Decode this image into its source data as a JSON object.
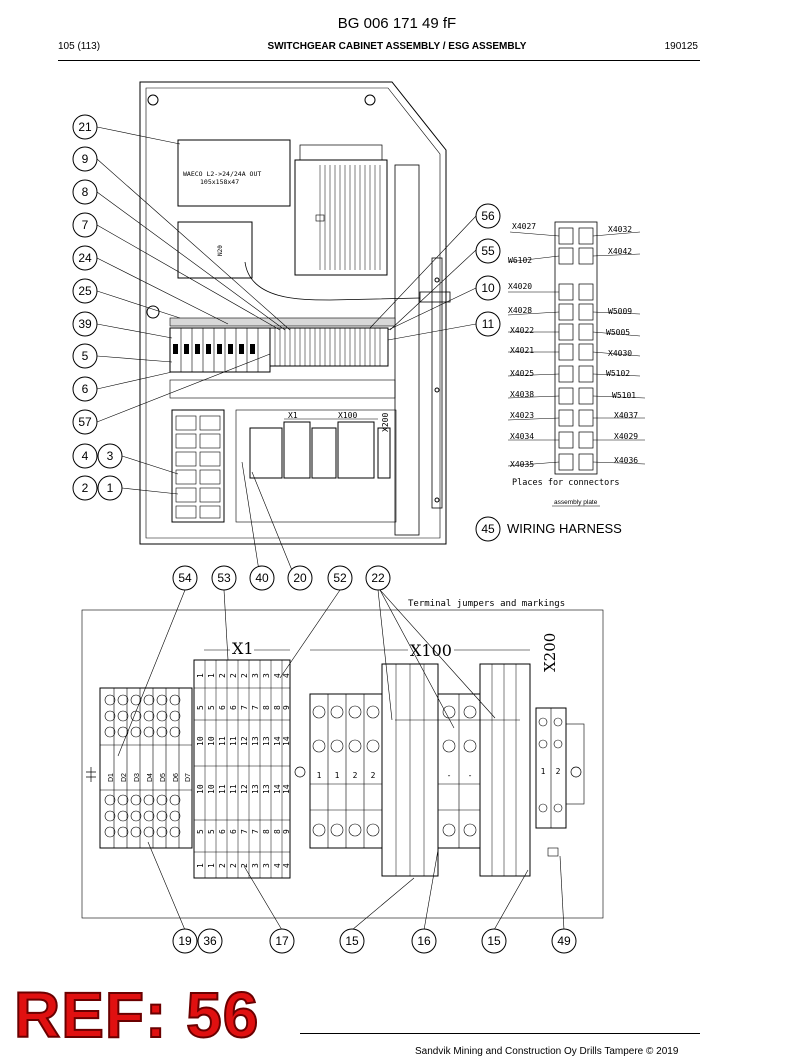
{
  "header": {
    "doc_number": "BG 006 171 49 fF",
    "page": "105 (113)",
    "title": "SWITCHGEAR CABINET ASSEMBLY / ESG ASSEMBLY",
    "date": "190125"
  },
  "cabinet": {
    "converter_label_1": "WAECO L2->24/24A OUT",
    "converter_label_2": "105x158x47",
    "side_label": "N20"
  },
  "callouts_left": [
    "21",
    "9",
    "8",
    "7",
    "24",
    "25",
    "39",
    "5",
    "6",
    "57",
    "4",
    "3",
    "2",
    "1"
  ],
  "callouts_right": [
    "56",
    "55",
    "10",
    "11"
  ],
  "wiring_harness": {
    "number": "45",
    "label": "WIRING HARNESS"
  },
  "connectors": {
    "left": [
      "X4027",
      "W6102",
      "X4020",
      "X4028",
      "X4022",
      "X4021",
      "X4025",
      "X4038",
      "X4023",
      "X4034",
      "X4035"
    ],
    "right": [
      "X4032",
      "X4042",
      "W5009",
      "W5005",
      "X4030",
      "W5102",
      "W5101",
      "X4037",
      "X4029",
      "X4036"
    ],
    "caption": "Places for connectors",
    "plate_label": "assembly plate"
  },
  "terminal_small": {
    "x1": "X1",
    "x100": "X100",
    "x200": "X200"
  },
  "callouts_mid": [
    "54",
    "53",
    "40",
    "20",
    "52",
    "22"
  ],
  "detail": {
    "caption": "Terminal jumpers and markings",
    "x1": "X1",
    "x100": "X100",
    "x200": "X200",
    "diodes": [
      "D1",
      "D2",
      "D3",
      "D4",
      "D5",
      "D6",
      "D7"
    ],
    "x1_cols": [
      [
        "1",
        "5",
        "10",
        "10",
        "5",
        "1"
      ],
      [
        "1",
        "5",
        "10",
        "10",
        "5",
        "1"
      ],
      [
        "2",
        "6",
        "11",
        "11",
        "6",
        "2"
      ],
      [
        "2",
        "6",
        "11",
        "11",
        "6",
        "2"
      ],
      [
        "2",
        "7",
        "12",
        "12",
        "7",
        "2"
      ],
      [
        "3",
        "7",
        "13",
        "13",
        "7",
        "3"
      ],
      [
        "3",
        "8",
        "13",
        "13",
        "8",
        "3"
      ],
      [
        "4",
        "8",
        "14",
        "14",
        "8",
        "4"
      ],
      [
        "4",
        "9",
        "14",
        "14",
        "9",
        "4"
      ]
    ],
    "x100_marks": [
      "1",
      "1",
      "2",
      "2",
      "-",
      "-"
    ],
    "x200_marks": [
      "1",
      "2"
    ]
  },
  "callouts_bottom": [
    "19",
    "36",
    "17",
    "15",
    "16",
    "15",
    "49"
  ],
  "stamp": "REF: 56",
  "footer": "Sandvik Mining and Construction Oy Drills Tampere © 2019"
}
